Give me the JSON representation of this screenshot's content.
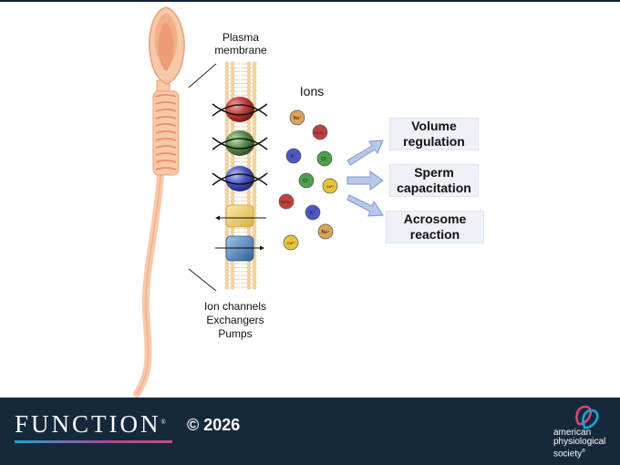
{
  "labels": {
    "membrane_line1": "Plasma",
    "membrane_line2": "membrane",
    "ions": "Ions",
    "transporters_line1": "Ion channels",
    "transporters_line2": "Exchangers",
    "transporters_line3": "Pumps"
  },
  "ion_dots": [
    {
      "label": "Na⁺",
      "color": "#d9a35a"
    },
    {
      "label": "HCO₃⁻",
      "color": "#c0403f"
    },
    {
      "label": "K⁺",
      "color": "#4b58c4"
    },
    {
      "label": "Cl⁻",
      "color": "#4fa04a"
    },
    {
      "label": "Cl⁻",
      "color": "#4fa04a"
    },
    {
      "label": "Ca²⁺",
      "color": "#e6c23a"
    },
    {
      "label": "HCO₃⁻",
      "color": "#c0403f"
    },
    {
      "label": "K⁺",
      "color": "#4b58c4"
    },
    {
      "label": "Na⁺",
      "color": "#d9a35a"
    },
    {
      "label": "Ca²⁺",
      "color": "#e6c23a"
    }
  ],
  "outcomes": [
    {
      "line1": "Volume",
      "line2": "regulation"
    },
    {
      "line1": "Sperm",
      "line2": "capacitation"
    },
    {
      "line1": "Acrosome",
      "line2": "reaction"
    }
  ],
  "footer": {
    "journal": "FUNCTION",
    "trademark": "®",
    "copyright": "© 2026",
    "society_line1": "american",
    "society_line2": "physiological",
    "society_line3": "society"
  },
  "colors": {
    "footer_bg": "#16293c",
    "sperm_fill": "#f8c9a8",
    "arrow_fill": "#b7c8ea",
    "outcome_box": "#eef1f8"
  }
}
